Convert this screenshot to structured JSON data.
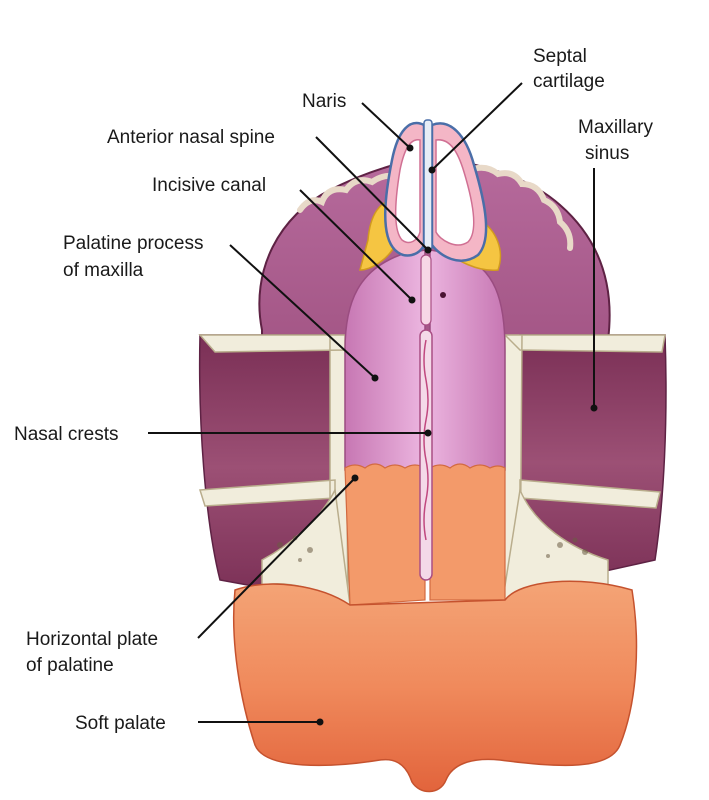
{
  "labels": {
    "septal_cartilage": [
      "Septal",
      "cartilage"
    ],
    "naris": "Naris",
    "anterior_nasal_spine": "Anterior nasal spine",
    "maxillary_sinus": [
      "Maxillary",
      "sinus"
    ],
    "incisive_canal": "Incisive canal",
    "palatine_process": [
      "Palatine process",
      "of maxilla"
    ],
    "nasal_crests": "Nasal crests",
    "horizontal_plate": [
      "Horizontal plate",
      "of palatine"
    ],
    "soft_palate": "Soft palate"
  },
  "colors": {
    "soft_palate": "#f08a5c",
    "soft_palate_dark": "#e0603a",
    "palate_pink": "#d98cc6",
    "sinus_purple": "#8a3d63",
    "bone": "#f1eddc",
    "cartilage_yellow": "#f5c542"
  }
}
